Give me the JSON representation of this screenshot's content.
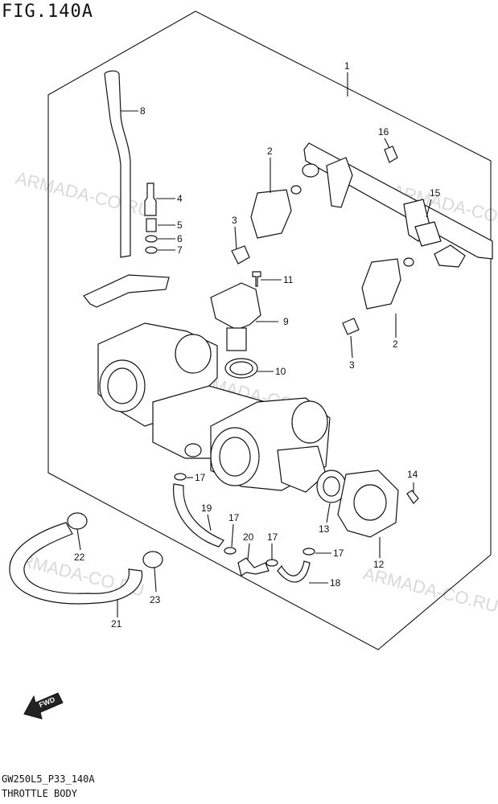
{
  "figure": {
    "title": "FIG.140A"
  },
  "footer": {
    "code": "GW250L5_P33_140A",
    "name": "THROTTLE BODY"
  },
  "watermark": "ARMADA-CO.RU",
  "fwd_label": "FWD",
  "callouts": {
    "c1": "1",
    "c2a": "2",
    "c2b": "2",
    "c3a": "3",
    "c3b": "3",
    "c4": "4",
    "c5": "5",
    "c6": "6",
    "c7": "7",
    "c8": "8",
    "c9": "9",
    "c10": "10",
    "c11": "11",
    "c12": "12",
    "c13": "13",
    "c14": "14",
    "c15": "15",
    "c16": "16",
    "c17a": "17",
    "c17b": "17",
    "c17c": "17",
    "c17d": "17",
    "c18": "18",
    "c19": "19",
    "c20": "20",
    "c21": "21",
    "c22": "22",
    "c23": "23"
  }
}
